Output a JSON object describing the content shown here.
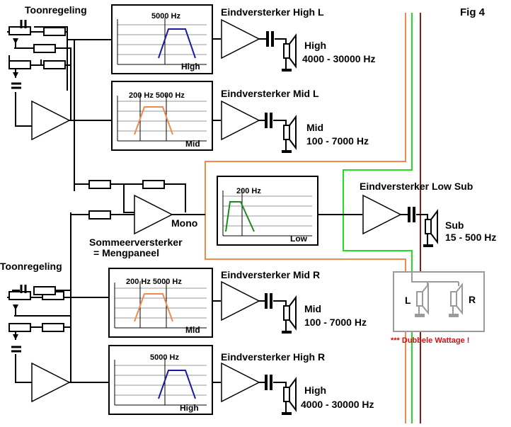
{
  "figure": {
    "label": "Fig 4"
  },
  "tone_control": {
    "label_top": "Toonregeling",
    "label_bottom": "Toonregeling"
  },
  "summing_amp": {
    "label_line1": "Sommeerversterker",
    "label_line2": "= Mengpaneel",
    "output_label": "Mono"
  },
  "channels": {
    "high_l": {
      "amp_label": "Eindversterker High L",
      "filter_freq": "5000 Hz",
      "filter_tag": "High",
      "speaker_name": "High",
      "speaker_range": "4000 - 30000 Hz"
    },
    "mid_l": {
      "amp_label": "Eindversterker Mid L",
      "filter_freq": "200 Hz 5000 Hz",
      "filter_tag": "Mid",
      "speaker_name": "Mid",
      "speaker_range": "100 - 7000 Hz"
    },
    "low_sub": {
      "amp_label": "Eindversterker Low Sub",
      "filter_freq": "200 Hz",
      "filter_tag": "Low",
      "speaker_name": "Sub",
      "speaker_range": "15 - 500 Hz"
    },
    "mid_r": {
      "amp_label": "Eindversterker Mid R",
      "filter_freq": "200 Hz 5000 Hz",
      "filter_tag": "Mid",
      "speaker_name": "Mid",
      "speaker_range": "100 - 7000 Hz"
    },
    "high_r": {
      "amp_label": "Eindversterker High R",
      "filter_freq": "5000 Hz",
      "filter_tag": "High",
      "speaker_name": "High",
      "speaker_range": "4000 - 30000 Hz"
    }
  },
  "stereo_box": {
    "left": "L",
    "right": "R",
    "note": "*** Dubbele Wattage !"
  },
  "colors": {
    "high_curve": "#1a1aa8",
    "mid_curve": "#f08a4b",
    "low_curve": "#1e8a1e",
    "orange_wire": "#f08a4b",
    "green_wire": "#22dd22",
    "brown_wire": "#8b1a1a",
    "note_red": "#cc1111",
    "box_gray": "#9a9a9a"
  }
}
